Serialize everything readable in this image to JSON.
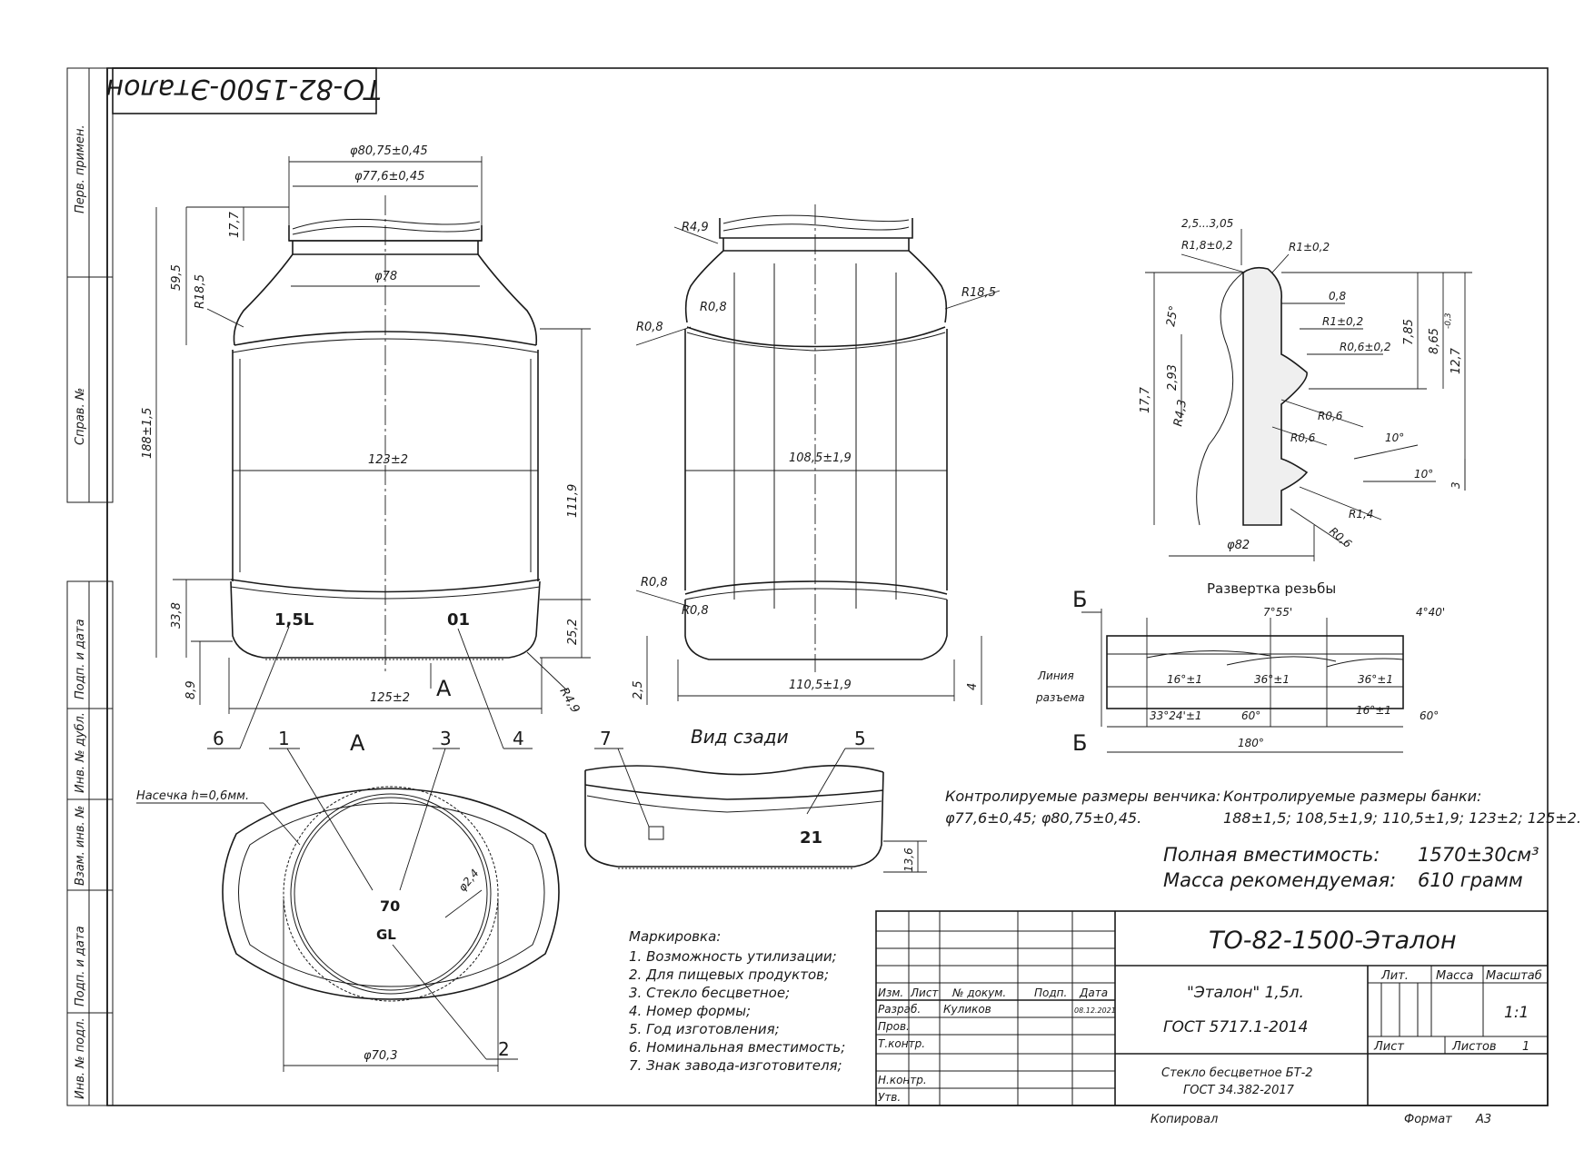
{
  "stamp_rotated": "ТО-82-1500-Эталон",
  "left_strip": {
    "perv_primen": "Перв. примен.",
    "sprav_no": "Справ. №",
    "podp_data_1": "Подп. и дата",
    "inv_dubl": "Инв. № дубл.",
    "vzam_inv": "Взам. инв. №",
    "podp_data_2": "Подп. и дата",
    "inv_podl": "Инв. № подл."
  },
  "front_view": {
    "d_outer": "φ80,75±0,45",
    "d_inner": "φ77,6±0,45",
    "h_neck": "17,7",
    "d_78": "φ78",
    "h_shoulder": "59,5",
    "r_shoulder": "R18,5",
    "h_total": "188±1,5",
    "w_body": "123±2",
    "h_body": "111,9",
    "h_base": "33,8",
    "h_base2": "25,2",
    "h_bottom": "8,9",
    "w_base": "125±2",
    "r_corner": "R4,9",
    "view_arrow": "А",
    "label_volume": "1,5L",
    "label_mould": "01"
  },
  "side_view": {
    "r_top": "R4,9",
    "r_08_a": "R0,8",
    "r_08_b": "R0,8",
    "r_185": "R18,5",
    "w_body": "108,5±1,9",
    "r_08_c": "R0,8",
    "r_08_d": "R0,8",
    "w_base": "110,5±1,9",
    "h_left": "2,5",
    "h_right": "4"
  },
  "profile_view": {
    "d1": "2,5...3,05",
    "r1": "R1,8±0,2",
    "r2": "R1±0,2",
    "d08": "0,8",
    "r3": "R1±0,2",
    "r4": "R0,6±0,2",
    "h785": "7,85",
    "h865": "8,65",
    "tol865": "-0,3",
    "h127": "12,7",
    "h177": "17,7",
    "h293": "2,93",
    "ang25": "25°",
    "r43": "R4,3",
    "r06a": "R0,6",
    "r06b": "R0,6",
    "ang10a": "10°",
    "ang10b": "10°",
    "h3": "3",
    "r14": "R1,4",
    "r06c": "R0,6",
    "d82": "φ82"
  },
  "thread": {
    "title": "Развертка резьбы",
    "section_mark_top": "Б",
    "section_mark_bottom": "Б",
    "ang1": "7°55'",
    "ang2": "4°40'",
    "line_label_1": "Линия",
    "line_label_2": "разъема",
    "d16a": "16°±1",
    "d36a": "36°±1",
    "d36b": "36°±1",
    "d33": "33°24'±1",
    "d60a": "60°",
    "d16b": "16°±1",
    "d60b": "60°",
    "d180": "180°"
  },
  "bottom_view": {
    "title": "А",
    "notch": "Насечка h=0,6мм.",
    "d703": "φ70,3",
    "d24": "φ2,4",
    "mark_70": "70",
    "mark_gl": "GL",
    "callouts": [
      "1",
      "2",
      "3",
      "4",
      "5",
      "6",
      "7"
    ]
  },
  "rear_view": {
    "title": "Вид сзади",
    "number": "21",
    "h136": "13,6"
  },
  "controlled": {
    "rim_title": "Контролируемые размеры венчика:",
    "rim_values": "φ77,6±0,45; φ80,75±0,45.",
    "jar_title": "Контролируемые размеры банки:",
    "jar_values": "188±1,5; 108,5±1,9; 110,5±1,9; 123±2; 125±2."
  },
  "capacity": {
    "label": "Полная вместимость:",
    "value": "1570±30см³",
    "mass_label": "Масса рекомендуемая:",
    "mass_value": "610 грамм"
  },
  "marking": {
    "title": "Маркировка:",
    "items": [
      "1. Возможность утилизации;",
      "2. Для пищевых продуктов;",
      "3. Стекло бесцветное;",
      "4. Номер формы;",
      "5. Год изготовления;",
      "6. Номинальная вместимость;",
      "7. Знак завода-изготовителя;"
    ]
  },
  "title_block": {
    "designation": "ТО-82-1500-Эталон",
    "name_line1": "\"Эталон\" 1,5л.",
    "name_line2": "ГОСТ 5717.1-2014",
    "material_line1": "Стекло бесцветное БТ-2",
    "material_line2": "ГОСТ 34.382-2017",
    "col_izm": "Изм.",
    "col_list": "Лист",
    "col_doc": "№ докум.",
    "col_podp": "Подп.",
    "col_data": "Дата",
    "row_razrab": "Разраб.",
    "razrab_name": "Куликов",
    "razrab_date": "08.12.2021",
    "row_prov": "Пров.",
    "row_tkontr": "Т.контр.",
    "row_nkontr": "Н.контр.",
    "row_utv": "Утв.",
    "lit": "Лит.",
    "massa": "Масса",
    "masshtab": "Масштаб",
    "scale_value": "1:1",
    "list": "Лист",
    "listov": "Листов",
    "listov_value": "1",
    "kopiroval": "Копировал",
    "format_label": "Формат",
    "format_value": "А3"
  }
}
